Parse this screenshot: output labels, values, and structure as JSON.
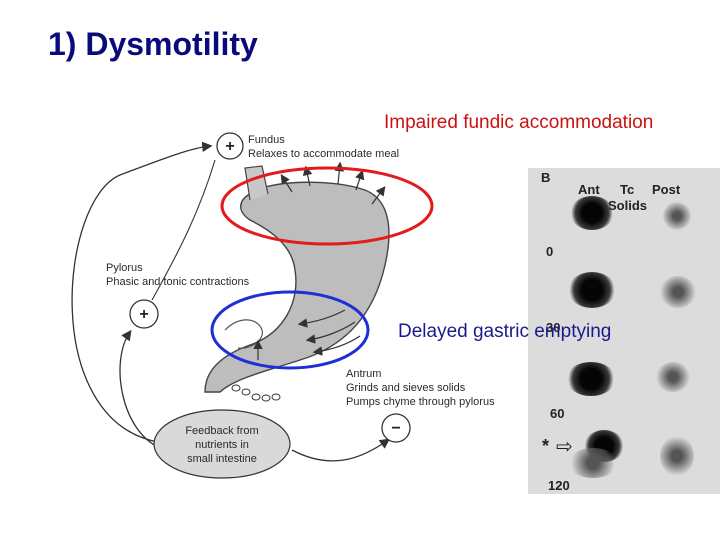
{
  "slide": {
    "title": "1) Dysmotility"
  },
  "diagram": {
    "fundus": {
      "sign": "+",
      "title": "Fundus",
      "desc": "Relaxes to accommodate meal"
    },
    "pylorus": {
      "sign": "+",
      "title": "Pylorus",
      "desc": "Phasic and tonic contractions"
    },
    "antrum": {
      "sign": "−",
      "title": "Antrum",
      "line1": "Grinds and sieves solids",
      "line2": "Pumps chyme through pylorus"
    },
    "feedback": {
      "line1": "Feedback from",
      "line2": "nutrients in",
      "line3": "small intestine"
    }
  },
  "callouts": {
    "fundic": {
      "text": "Impaired fundic accommodation",
      "color": "#cc1111"
    },
    "emptying": {
      "text": "Delayed gastric emptying",
      "color": "#1a1a8c"
    }
  },
  "scan": {
    "panel": "B",
    "headers": {
      "ant": "Ant",
      "tc": "Tc",
      "post": "Post",
      "solids": "Solids"
    },
    "times": [
      "0",
      "30",
      "60",
      "120"
    ],
    "marker": "*"
  },
  "colors": {
    "title": "#0a0a7a",
    "red_ellipse": "#e31b1b",
    "blue_ellipse": "#1f2fd6",
    "stomach": "#bdbdbd"
  }
}
